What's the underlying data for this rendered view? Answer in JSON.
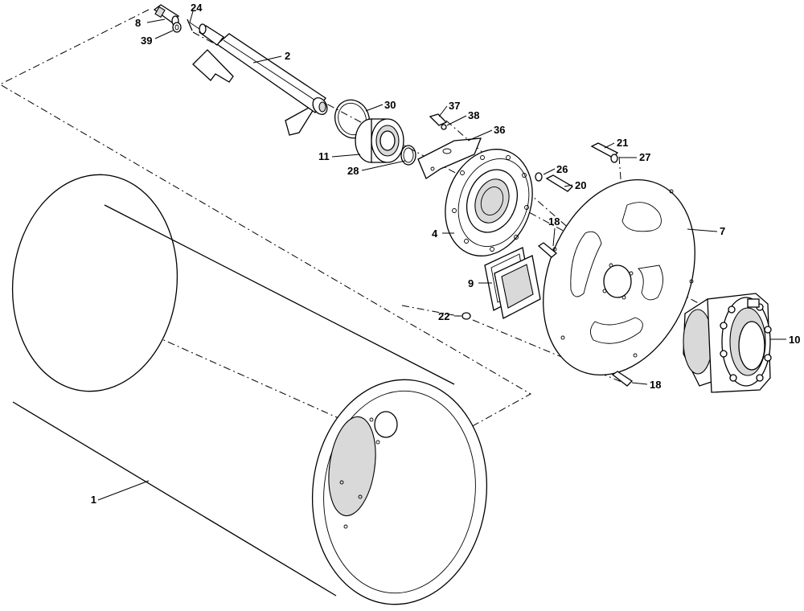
{
  "diagram": {
    "callouts": {
      "c1": "1",
      "c2": "2",
      "c4": "4",
      "c7": "7",
      "c8": "8",
      "c9": "9",
      "c10": "10",
      "c11": "11",
      "c18a": "18",
      "c18b": "18",
      "c20": "20",
      "c21": "21",
      "c22": "22",
      "c24": "24",
      "c26": "26",
      "c27": "27",
      "c28": "28",
      "c30": "30",
      "c36": "36",
      "c37": "37",
      "c38": "38",
      "c39": "39"
    },
    "colors": {
      "line": "#000000",
      "background": "#ffffff",
      "shade": "#d9d9d9"
    }
  }
}
